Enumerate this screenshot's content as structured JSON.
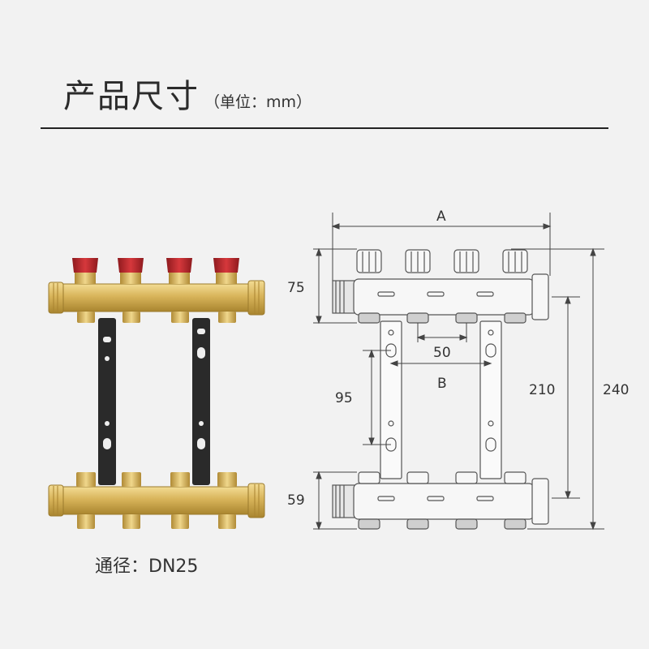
{
  "header": {
    "title": "产品尺寸",
    "unit": "（单位：mm）"
  },
  "photo": {
    "caption": "通径：DN25"
  },
  "drawing": {
    "dimensions": {
      "A": "A",
      "B": "B",
      "height_top": "75",
      "height_bottom": "59",
      "outlet_spacing": "50",
      "slot_spacing": "95",
      "center_distance": "210",
      "overall_height": "240"
    }
  },
  "colors": {
    "brass": "#d8b45a",
    "valve_cap": "#c4272c",
    "bracket": "#2a2a2a",
    "line": "#444444"
  }
}
